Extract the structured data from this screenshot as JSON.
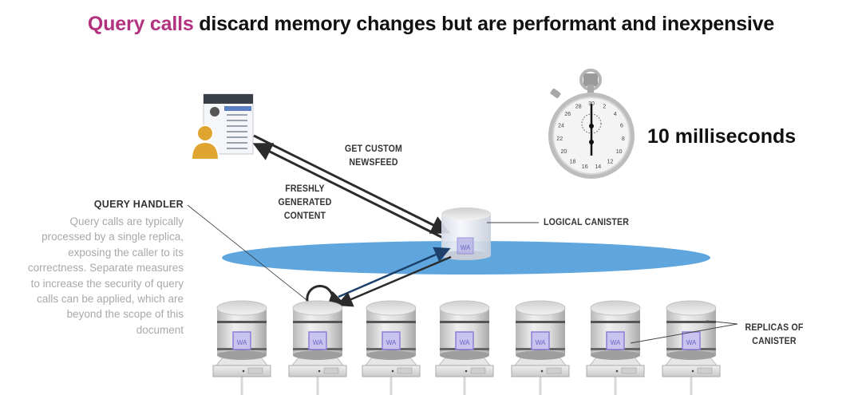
{
  "title": {
    "highlight": "Query calls",
    "rest": " discard memory changes but are performant and inexpensive",
    "highlight_color": "#b2327f"
  },
  "labels": {
    "get_custom_newsfeed": [
      "GET CUSTOM",
      "NEWSFEED"
    ],
    "freshly_generated_content": [
      "FRESHLY",
      "GENERATED",
      "CONTENT"
    ],
    "logical_canister": "LOGICAL CANISTER",
    "replicas_of_canister": [
      "REPLICAS OF",
      "CANISTER"
    ],
    "timing": "10 milliseconds"
  },
  "query_handler": {
    "title": "QUERY HANDLER",
    "description": "Query calls are typically processed by a single replica, exposing the caller to its correctness. Separate measures to increase the security of query calls can be applied, which are beyond the scope of this document"
  },
  "canister_badge": "WA",
  "replica_count": 7,
  "icons": [
    "user-icon",
    "browser-window-icon",
    "stopwatch-icon",
    "canister-icon",
    "server-icon",
    "loop-arrow-icon"
  ],
  "colors": {
    "subnet_disc": "#5ea6dd",
    "arrow": "#2b2b2b",
    "badge": "#8b7fd6"
  }
}
